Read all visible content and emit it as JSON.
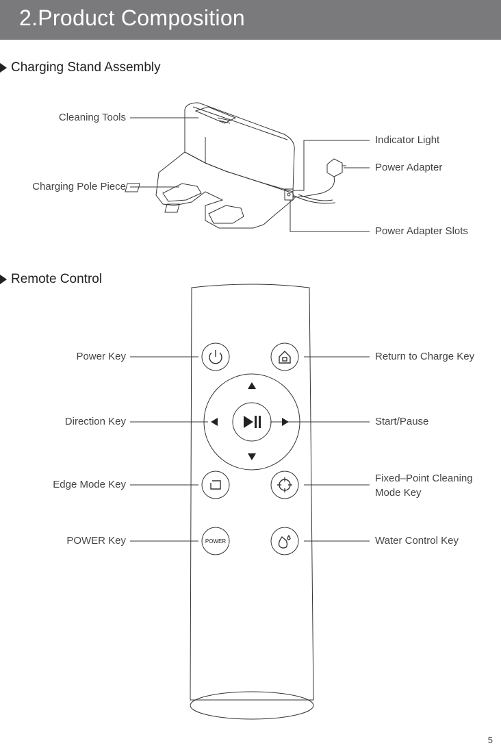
{
  "header": {
    "title": "2.Product Composition"
  },
  "sections": {
    "stand": {
      "heading": "Charging Stand Assembly",
      "labels": {
        "cleaning_tools": "Cleaning Tools",
        "charging_pole_piece": "Charging Pole Piece",
        "indicator_light": "Indicator Light",
        "power_adapter": "Power Adapter",
        "power_adapter_slots": "Power Adapter Slots"
      }
    },
    "remote": {
      "heading": "Remote Control",
      "labels": {
        "power_key": "Power Key",
        "direction_key": "Direction Key",
        "edge_mode_key": "Edge Mode Key",
        "power_caps_key": "POWER Key",
        "return_to_charge_key": "Return to Charge Key",
        "start_pause": "Start/Pause",
        "fixed_point_line1": "Fixed–Point Cleaning",
        "fixed_point_line2": "Mode Key",
        "water_control_key": "Water Control Key"
      },
      "button_text": {
        "power": "POWER"
      }
    }
  },
  "page_number": "5",
  "colors": {
    "header_bg": "#7a7a7c",
    "line": "#333333"
  }
}
